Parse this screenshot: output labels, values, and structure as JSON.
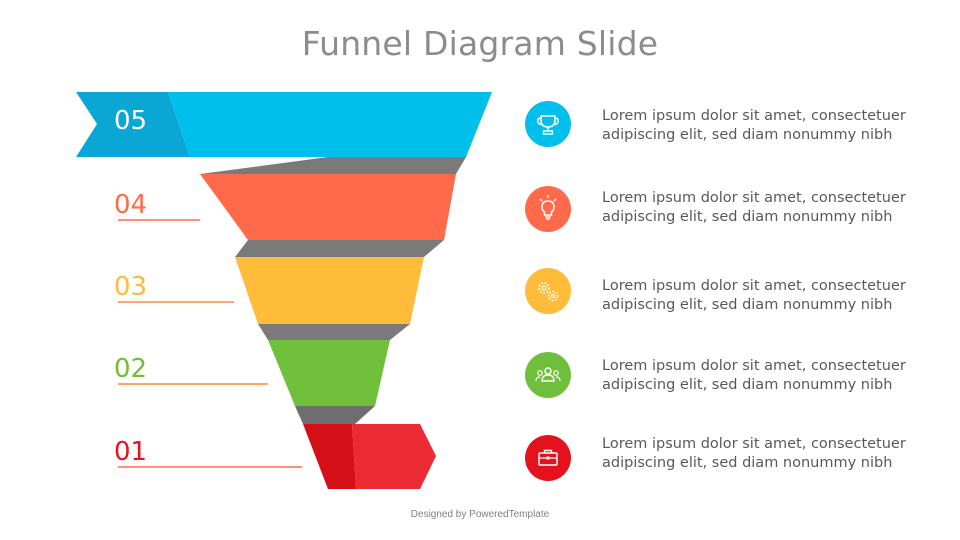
{
  "slide": {
    "title": "Funnel Diagram Slide",
    "footer": "Designed by PoweredTemplate"
  },
  "levels": [
    {
      "number": "05",
      "color": "#00b8e6",
      "icon": "trophy-icon",
      "text_line1": "Lorem ipsum dolor sit amet, consectetuer",
      "text_line2": "adipiscing elit, sed diam nonummy nibh"
    },
    {
      "number": "04",
      "color": "#ff6b4a",
      "icon": "lightbulb-icon",
      "text_line1": "Lorem ipsum dolor sit amet, consectetuer",
      "text_line2": "adipiscing elit, sed diam nonummy nibh"
    },
    {
      "number": "03",
      "color": "#ffbb3a",
      "icon": "gears-icon",
      "text_line1": "Lorem ipsum dolor sit amet, consectetuer",
      "text_line2": "adipiscing elit, sed diam nonummy nibh"
    },
    {
      "number": "02",
      "color": "#6fbe3c",
      "icon": "team-icon",
      "text_line1": "Lorem ipsum dolor sit amet, consectetuer",
      "text_line2": "adipiscing elit, sed diam nonummy nibh"
    },
    {
      "number": "01",
      "color": "#e5121d",
      "icon": "briefcase-icon",
      "text_line1": "Lorem ipsum dolor sit amet, consectetuer",
      "text_line2": "adipiscing elit, sed diam nonummy nibh"
    }
  ]
}
